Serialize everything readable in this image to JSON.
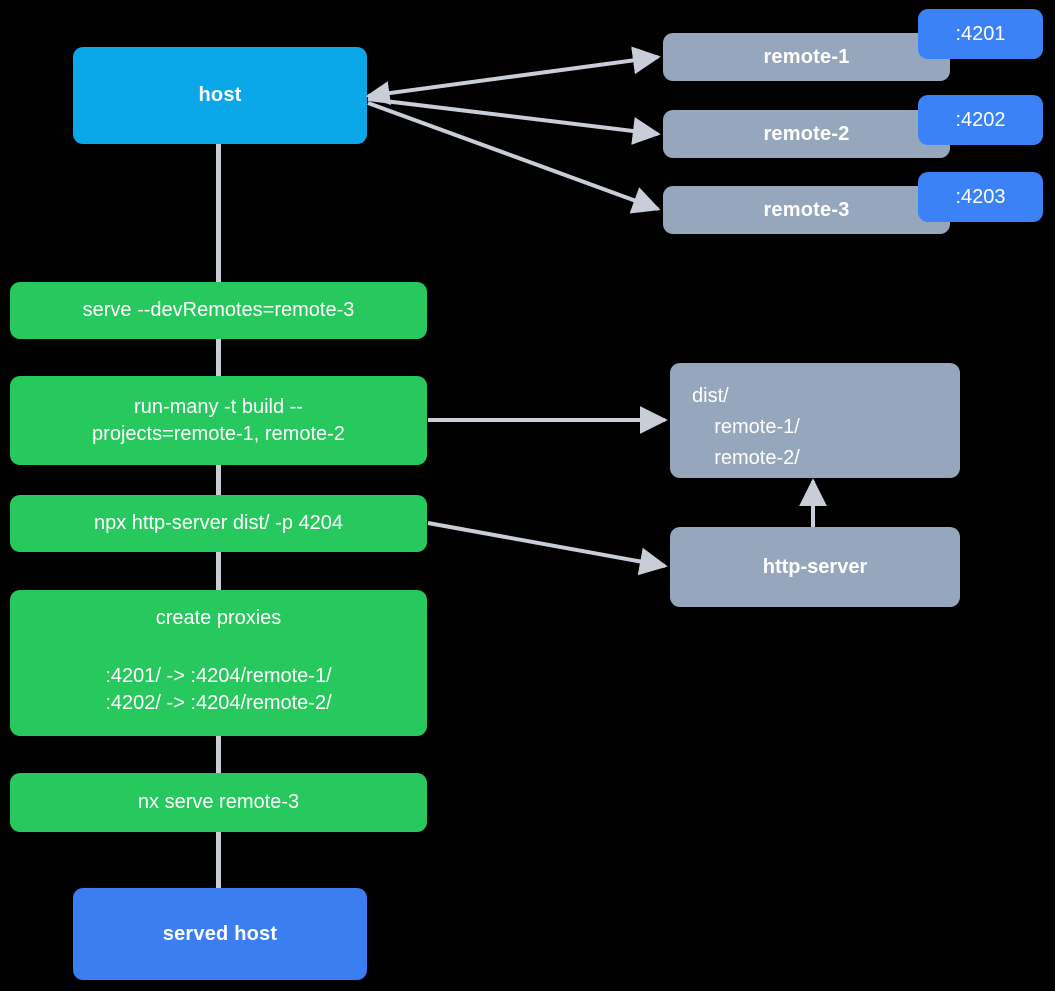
{
  "diagram": {
    "title": "Nx module federation host and remotes serving flow",
    "background": "#000000",
    "colors": {
      "host": "#0aa8e8",
      "served_host": "#3b7ef2",
      "command": "#27c85e",
      "remote": "#96a6bd",
      "port_badge": "#3b82f6",
      "edge": "#c8cdd8",
      "text": "#ffffff"
    }
  },
  "nodes": {
    "host": {
      "label": "host"
    },
    "served_host": {
      "label": "served host"
    },
    "remotes": [
      {
        "label": "remote-1",
        "port": ":4201"
      },
      {
        "label": "remote-2",
        "port": ":4202"
      },
      {
        "label": "remote-3",
        "port": ":4203"
      }
    ],
    "dist": {
      "line1": "dist/",
      "line2": "    remote-1/",
      "line3": "    remote-2/"
    },
    "http_server": {
      "label": "http-server"
    }
  },
  "commands": [
    {
      "id": "serve-dev-remotes",
      "text": "serve --devRemotes=remote-3"
    },
    {
      "id": "run-many-build",
      "line1": "run-many -t build --",
      "line2": "projects=remote-1, remote-2"
    },
    {
      "id": "npx-http-server",
      "text": "npx http-server dist/ -p 4204"
    },
    {
      "id": "create-proxies",
      "title": "create proxies",
      "line1": ":4201/ -> :4204/remote-1/",
      "line2": ":4202/ -> :4204/remote-2/"
    },
    {
      "id": "nx-serve-remote-3",
      "text": "nx serve remote-3"
    }
  ]
}
